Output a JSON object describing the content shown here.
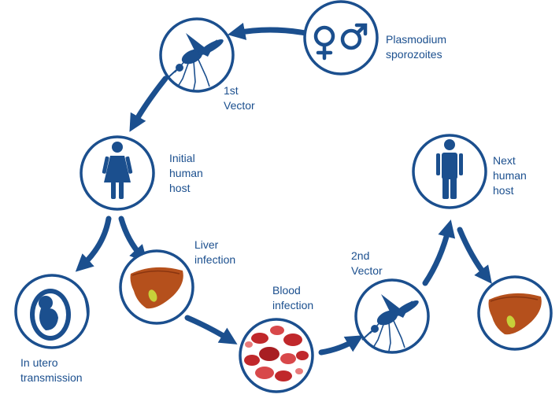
{
  "colors": {
    "primary": "#1b4f8e",
    "liver": "#b5501c",
    "gallbladder": "#c7d13a",
    "blood": "#c0282b"
  },
  "nodes": [
    {
      "id": "plasmodium",
      "icon": "male-female-icon",
      "label": "Plasmodium\nsporozoites"
    },
    {
      "id": "vector1",
      "icon": "mosquito-icon",
      "label": "1st\nVector"
    },
    {
      "id": "initial-host",
      "icon": "woman-icon",
      "label": "Initial\nhuman\nhost"
    },
    {
      "id": "in-utero",
      "icon": "fetus-icon",
      "label": "In utero\ntransmission"
    },
    {
      "id": "liver1",
      "icon": "liver-icon",
      "label": "Liver\ninfection"
    },
    {
      "id": "blood",
      "icon": "blood-cells-icon",
      "label": "Blood\ninfection"
    },
    {
      "id": "vector2",
      "icon": "mosquito-icon",
      "label": "2nd\nVector"
    },
    {
      "id": "next-host",
      "icon": "man-icon",
      "label": "Next\nhuman\nhost"
    },
    {
      "id": "liver2",
      "icon": "liver-icon",
      "label": ""
    }
  ]
}
